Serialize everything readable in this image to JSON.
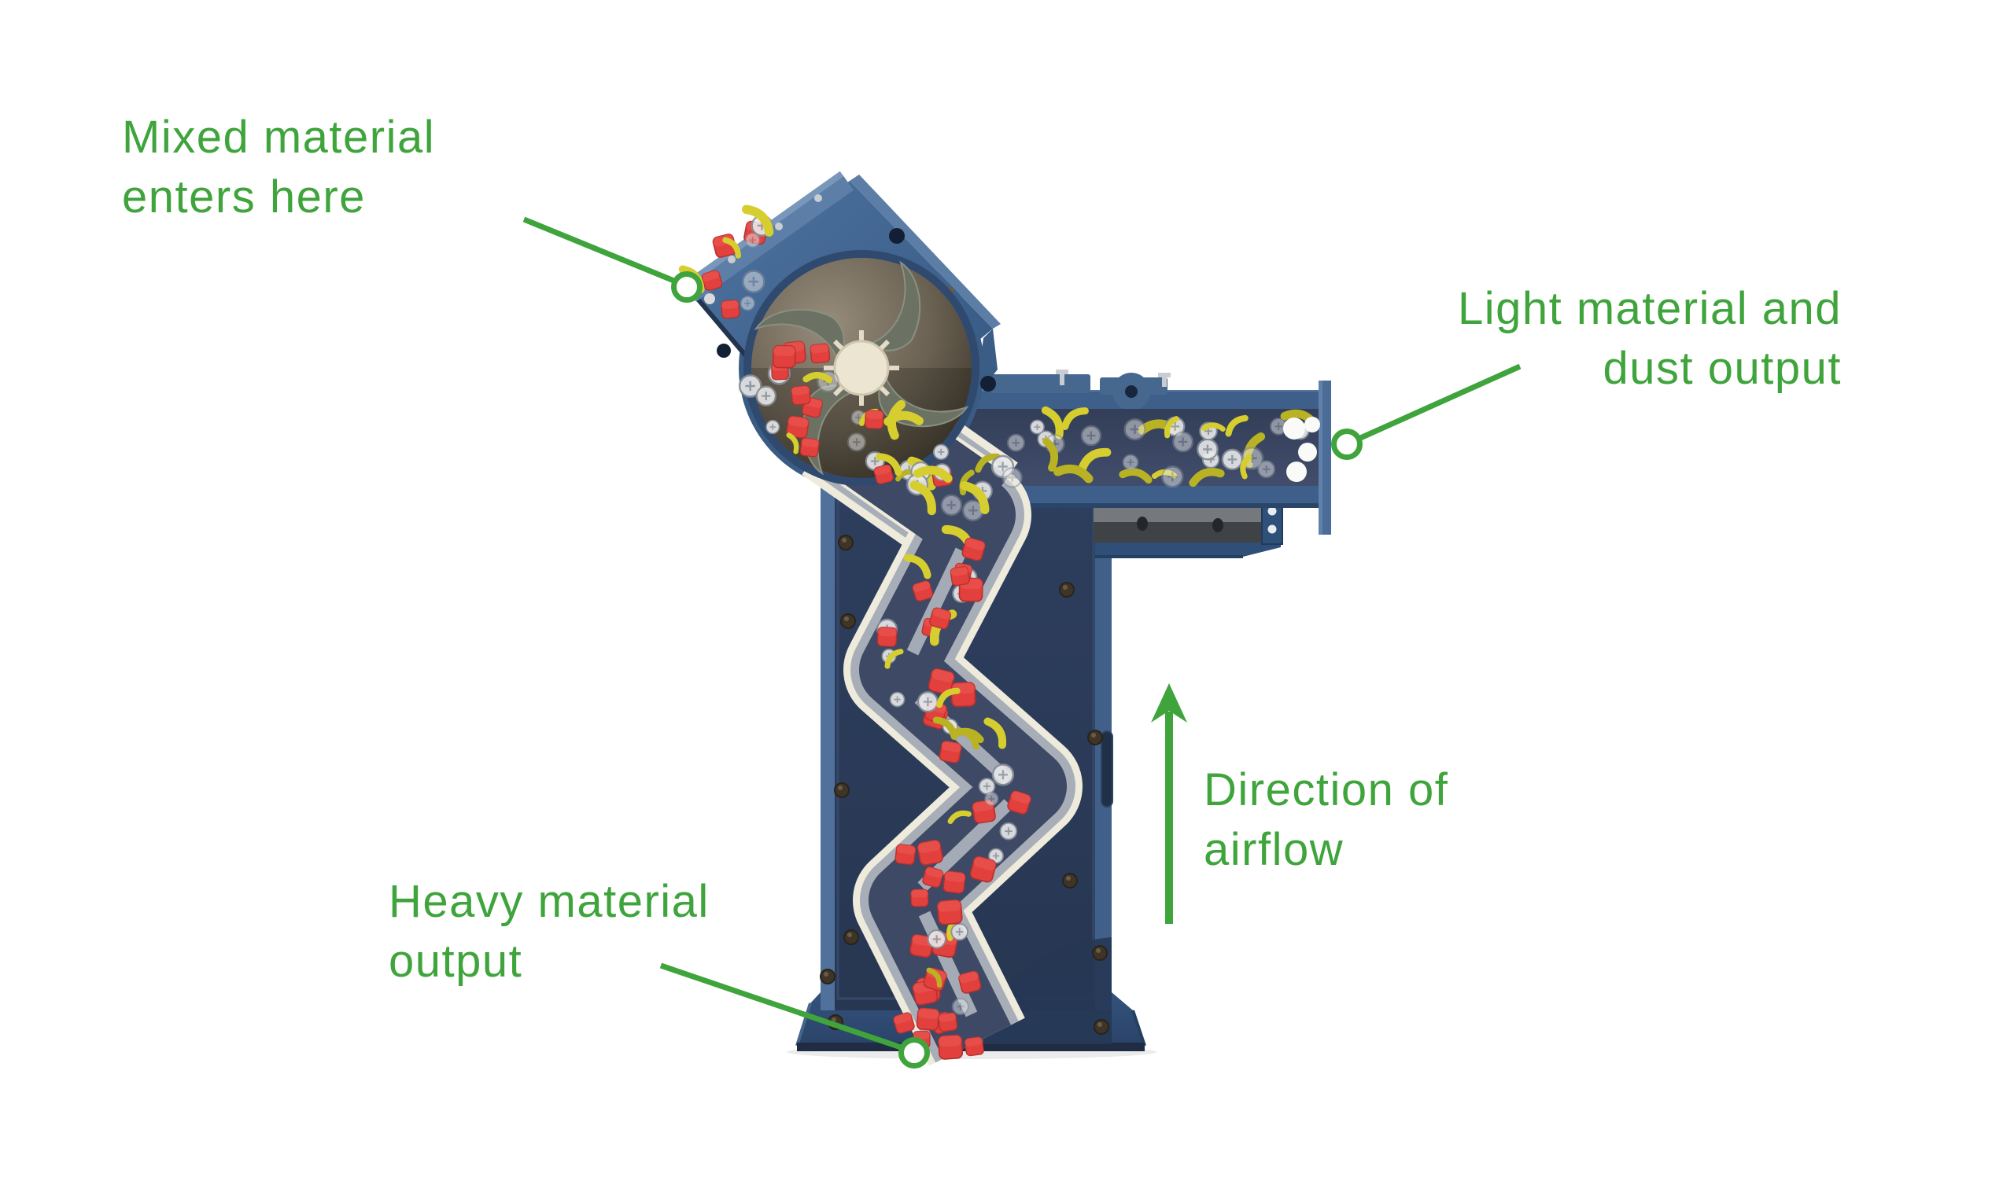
{
  "annotations": {
    "mixed_input": {
      "lines": [
        "Mixed material",
        "enters here"
      ],
      "align": "left"
    },
    "light_output": {
      "lines": [
        "Light material and",
        "dust output"
      ],
      "align": "right"
    },
    "airflow": {
      "lines": [
        "Direction of",
        "airflow"
      ],
      "align": "left"
    },
    "heavy_output": {
      "lines": [
        "Heavy material",
        "output"
      ],
      "align": "left"
    }
  },
  "icons": {
    "airflow_arrow": "up-arrow",
    "leader_marker": "circle-marker"
  },
  "colors": {
    "background": "#FFFFFF",
    "annotation_green": "#3EA43B",
    "machine_steel_blue": "#33547E",
    "machine_panel_navy": "#2A3A57",
    "channel_interior": "#3D4965",
    "channel_rim_ivory": "#EFEBDC",
    "chute_silver": "#A8AEB7",
    "heavy_particle_red": "#E2403D",
    "light_particle_silver": "#E8E9EA",
    "light_particle_yellow": "#D6CE2F",
    "rotor_hub_cream": "#ECE5D2",
    "beam_gray": "#75797D"
  }
}
